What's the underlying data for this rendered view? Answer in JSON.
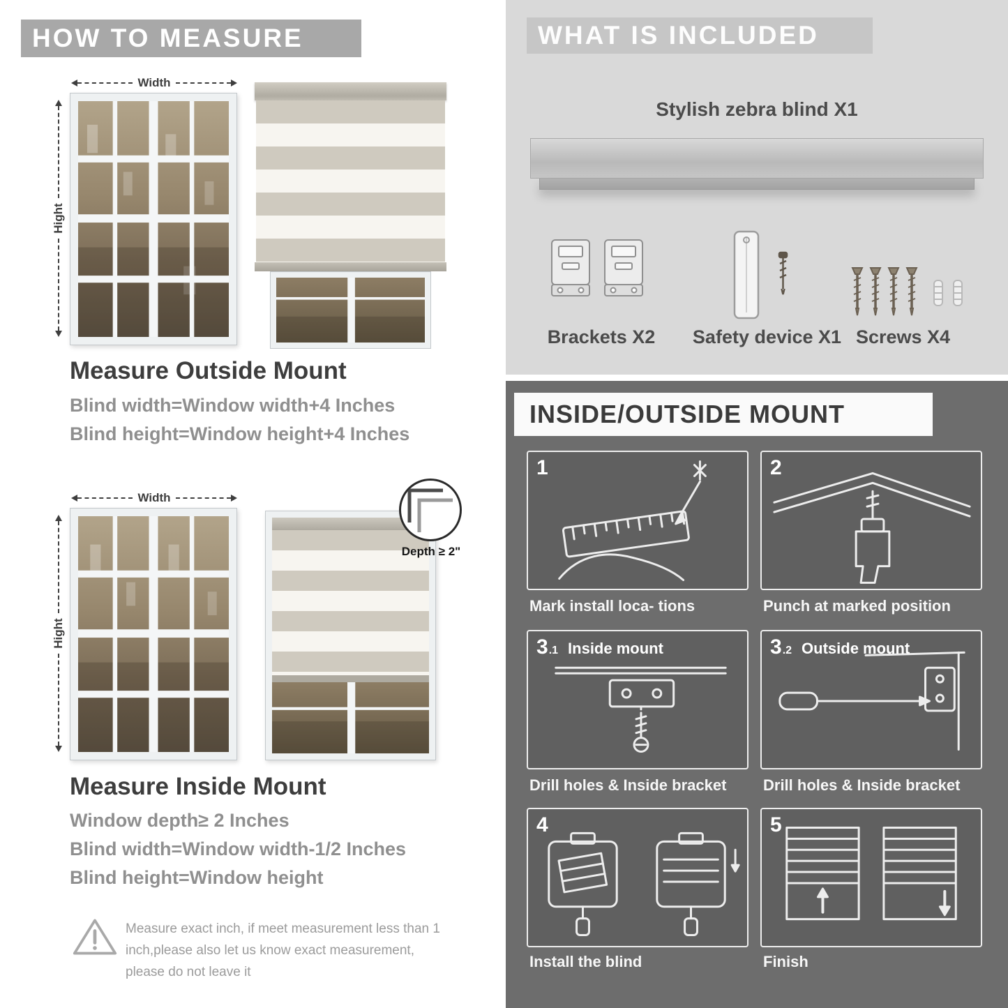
{
  "colors": {
    "measure_header_bg": "#a8a8a8",
    "included_bg": "#d9d9d9",
    "included_header_bg": "#c6c6c6",
    "mount_section_bg": "#6d6d6d",
    "heading_text": "#3d3d3d",
    "body_text": "#8f8f8f"
  },
  "measure": {
    "header": "HOW TO MEASURE",
    "width_label": "Width",
    "height_label": "Hight",
    "outside": {
      "title": "Measure Outside Mount",
      "line1": "Blind width=Window width+4 Inches",
      "line2": "Blind height=Window height+4 Inches"
    },
    "inside": {
      "depth_callout": "Depth ≥ 2\"",
      "title": "Measure Inside Mount",
      "line1": "Window depth≥ 2 Inches",
      "line2": "Blind width=Window width-1/2 Inches",
      "line3": "Blind height=Window height"
    },
    "warning": "Measure exact inch, if meet measurement less than 1 inch,please also let us know exact measurement, please do not leave it"
  },
  "included": {
    "header": "WHAT IS INCLUDED",
    "blind_label": "Stylish zebra blind X1",
    "items": [
      {
        "label": "Brackets X2"
      },
      {
        "label": "Safety device X1"
      },
      {
        "label": "Screws X4"
      }
    ]
  },
  "mount": {
    "header": "INSIDE/OUTSIDE MOUNT",
    "steps": [
      {
        "num": "1",
        "caption": "Mark install loca- tions"
      },
      {
        "num": "2",
        "caption": "Punch at  marked position"
      },
      {
        "num": "3",
        "sub": ".1",
        "title": "Inside mount",
        "caption": "Drill holes &  Inside bracket"
      },
      {
        "num": "3",
        "sub": ".2",
        "title": "Outside mount",
        "caption": "Drill holes &  Inside bracket"
      },
      {
        "num": "4",
        "caption": "Install the blind"
      },
      {
        "num": "5",
        "caption": "Finish"
      }
    ]
  }
}
